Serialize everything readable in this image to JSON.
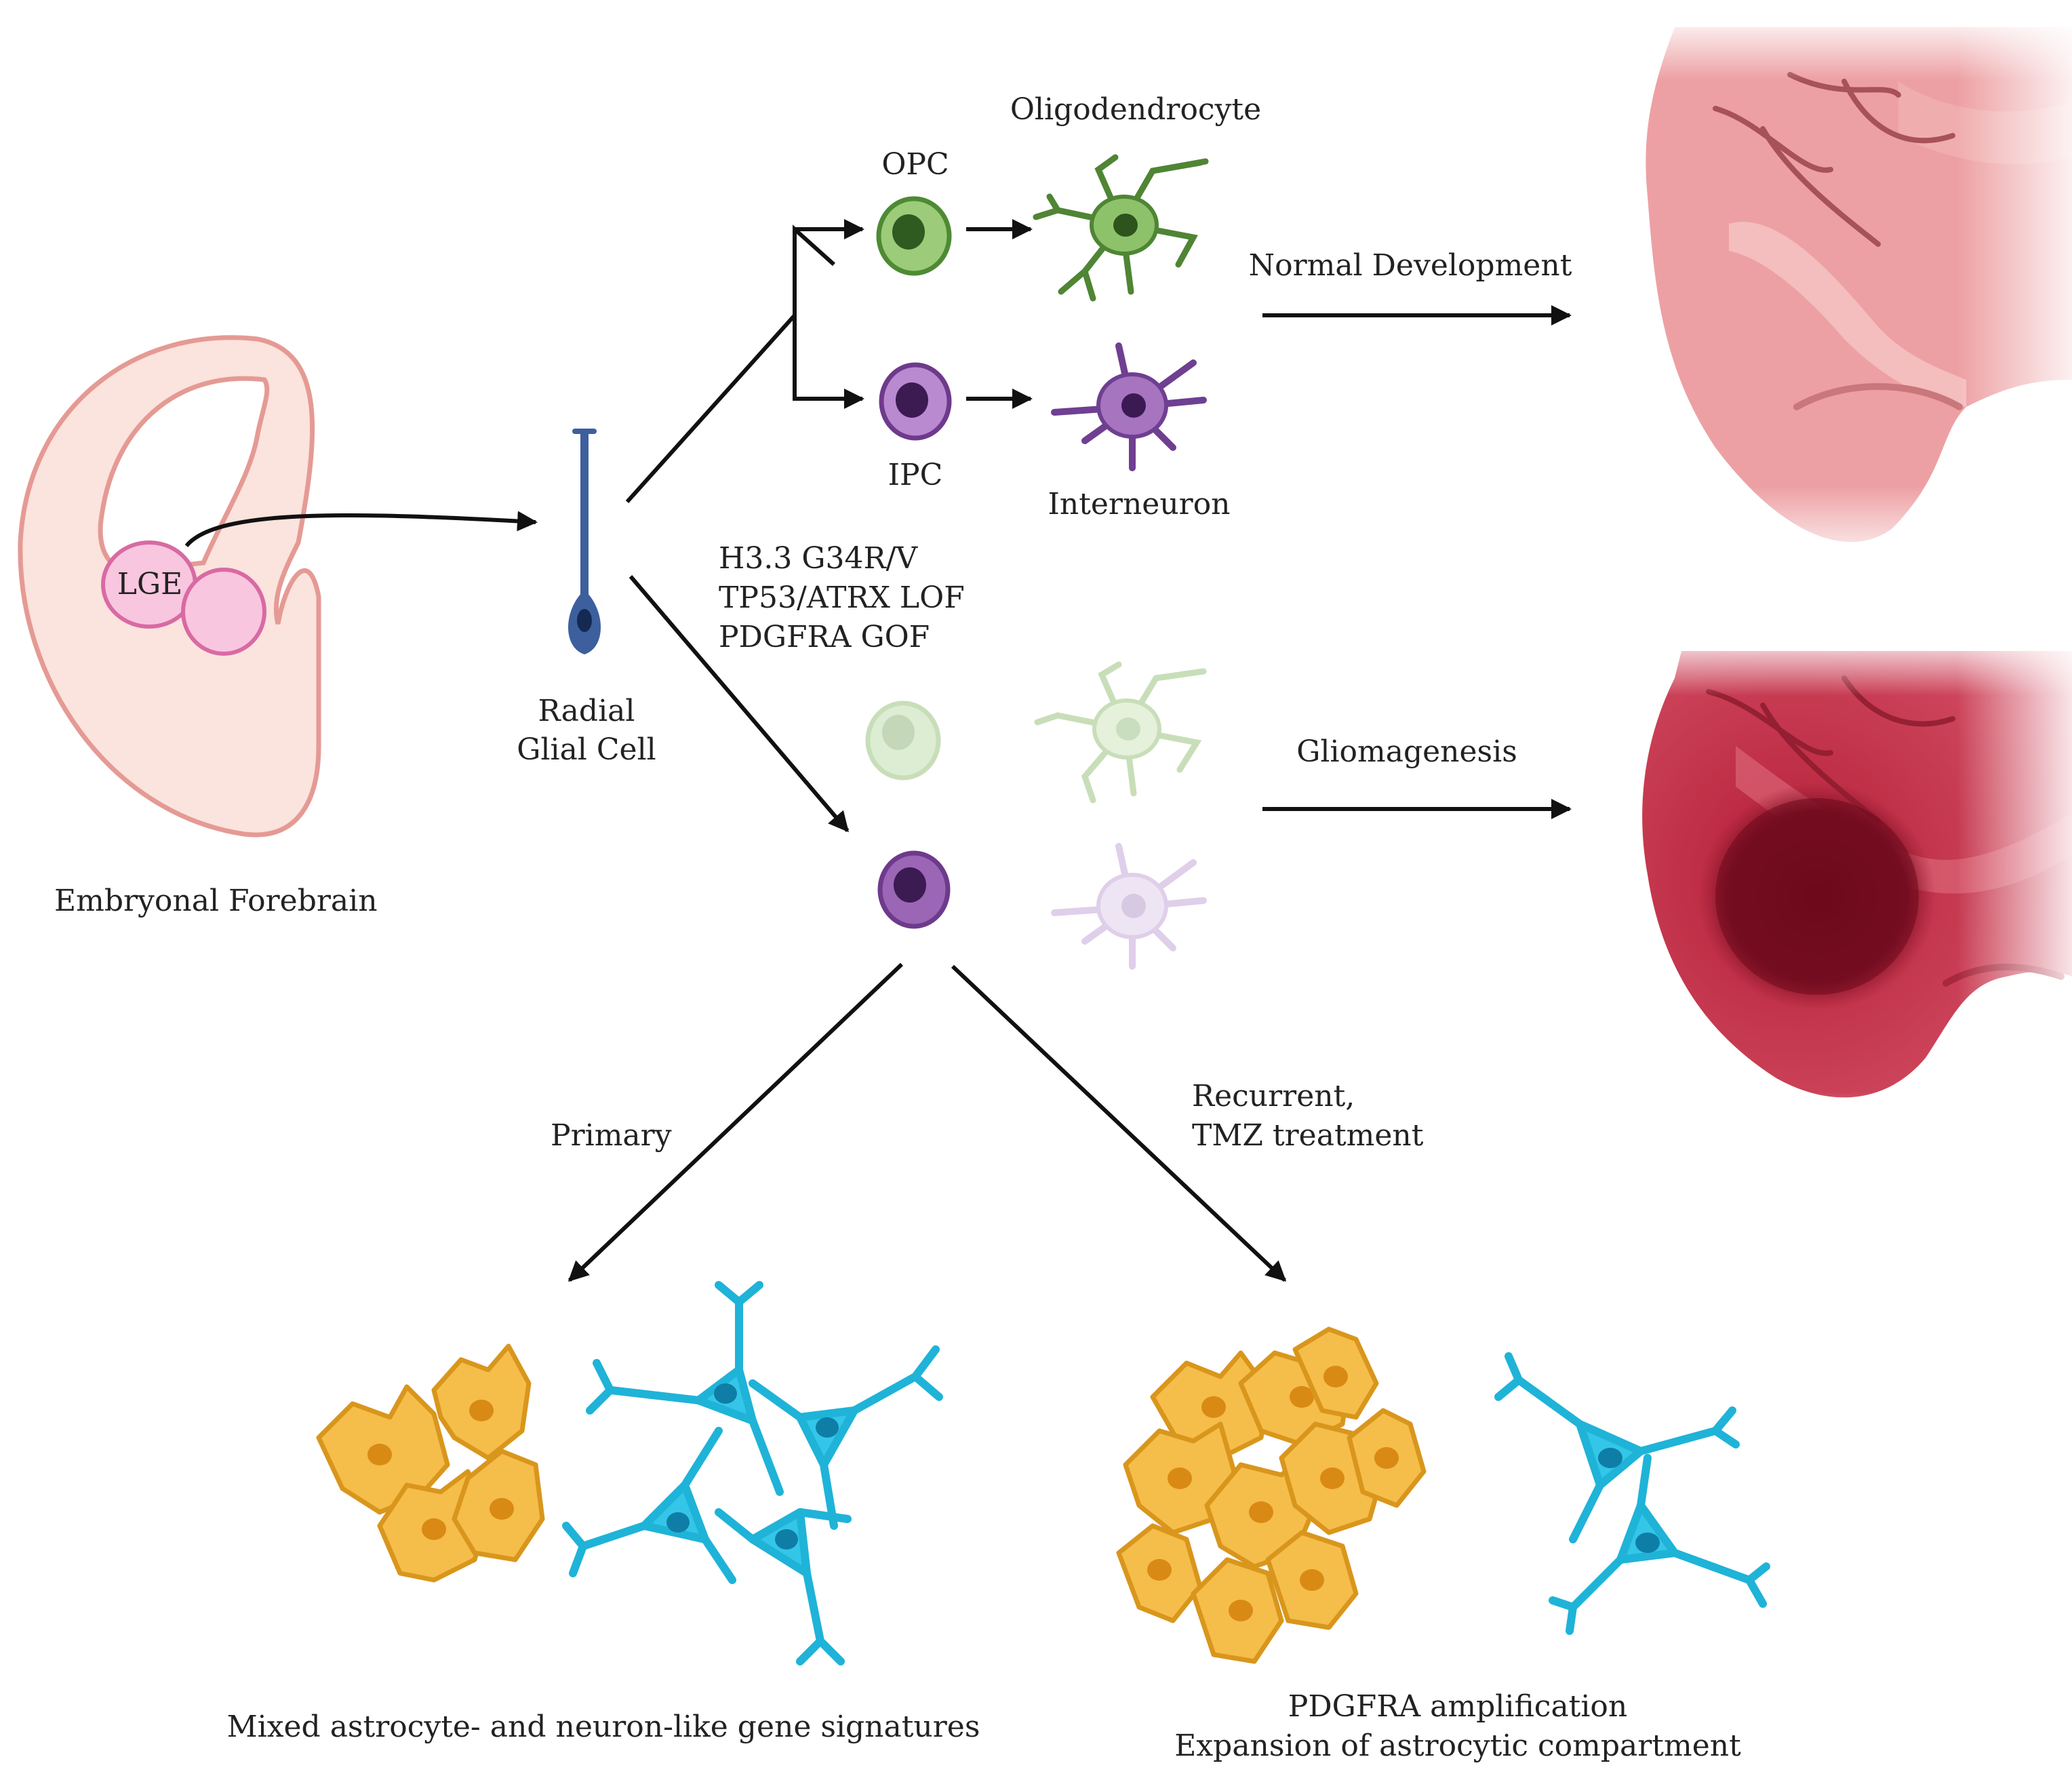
{
  "labels": {
    "lge": "LGE",
    "embryonal_forebrain": "Embryonal Forebrain",
    "radial_glial_line1": "Radial",
    "radial_glial_line2": "Glial Cell",
    "opc": "OPC",
    "ipc": "IPC",
    "oligodendrocyte": "Oligodendrocyte",
    "interneuron": "Interneuron",
    "normal_development": "Normal Development",
    "gliomagenesis": "Gliomagenesis",
    "mutations": [
      "H3.3 G34R/V",
      "TP53/ATRX LOF",
      "PDGFRA GOF"
    ],
    "primary": "Primary",
    "recurrent_line1": "Recurrent,",
    "recurrent_line2": "TMZ treatment",
    "mixed_signatures": "Mixed astrocyte- and neuron-like gene signatures",
    "pdgfra_amplification": "PDGFRA amplification",
    "expansion": "Expansion of astrocytic compartment"
  },
  "colors": {
    "forebrain_outline": "#e59a94",
    "forebrain_fill": "#fbe3de",
    "lge_fill": "#f9c6df",
    "lge_outline": "#d86aa3",
    "radial_glia": "#3d5f9d",
    "opc_green": "#76ad54",
    "ipc_purple": "#8d58a8",
    "brain_normal": "#eda0a3",
    "brain_tumor": "#c23045",
    "tumor_core": "#7a0f22",
    "astrocyte_orange": "#f3b83f",
    "neuron_cyan": "#28c3e6",
    "arrow": "#111111"
  }
}
